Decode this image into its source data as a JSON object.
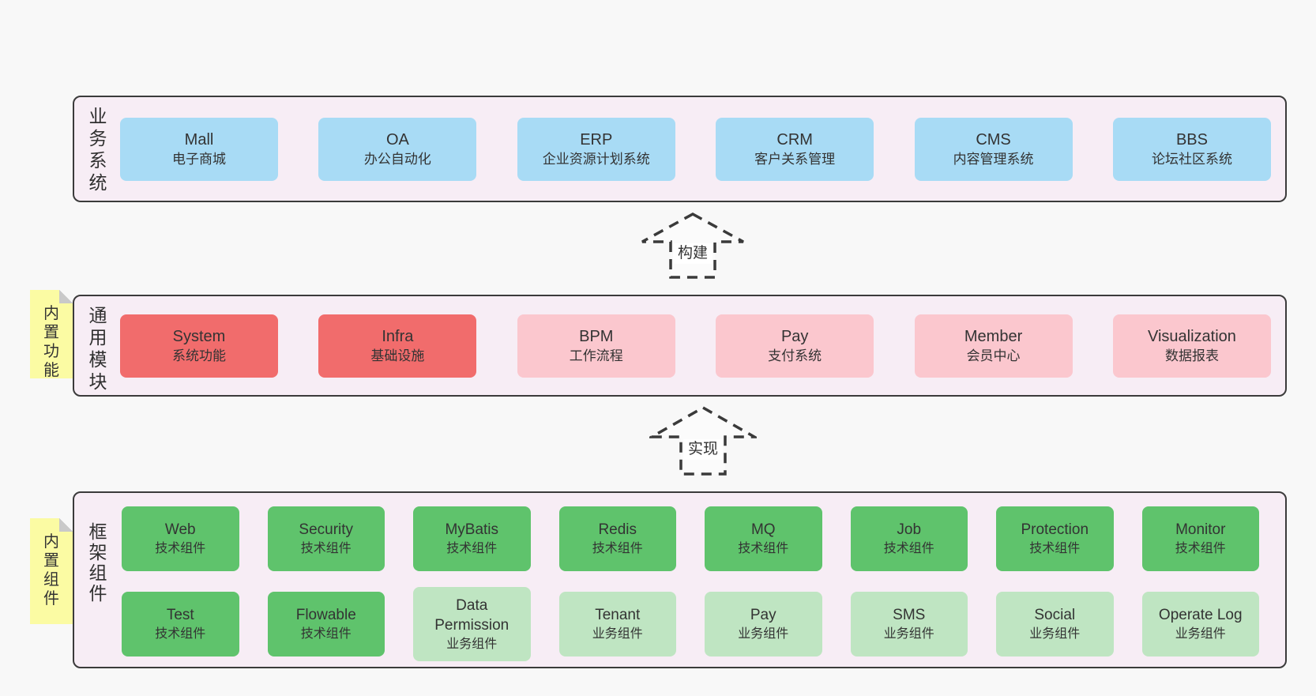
{
  "colors": {
    "page_bg": "#f8f8f8",
    "layer_bg": "#f7edf5",
    "layer_border": "#3b3b3b",
    "blue_box": "#a8dbf5",
    "red_box": "#f16c6c",
    "pink_box": "#fbc7ce",
    "green_box": "#5fc36c",
    "light_green_box": "#bfe5c2",
    "sticky_yellow": "#fbfba3",
    "sticky_fold": "#c9c9c9",
    "text": "#333333"
  },
  "layers": [
    {
      "label": "业务系统",
      "boxes": [
        {
          "name": "Mall",
          "desc": "电子商城",
          "variant": "blue"
        },
        {
          "name": "OA",
          "desc": "办公自动化",
          "variant": "blue"
        },
        {
          "name": "ERP",
          "desc": "企业资源计划系统",
          "variant": "blue"
        },
        {
          "name": "CRM",
          "desc": "客户关系管理",
          "variant": "blue"
        },
        {
          "name": "CMS",
          "desc": "内容管理系统",
          "variant": "blue"
        },
        {
          "name": "BBS",
          "desc": "论坛社区系统",
          "variant": "blue"
        }
      ]
    },
    {
      "label": "通用模块",
      "sticky": "内置功能",
      "boxes": [
        {
          "name": "System",
          "desc": "系统功能",
          "variant": "red"
        },
        {
          "name": "Infra",
          "desc": "基础设施",
          "variant": "red"
        },
        {
          "name": "BPM",
          "desc": "工作流程",
          "variant": "pink"
        },
        {
          "name": "Pay",
          "desc": "支付系统",
          "variant": "pink"
        },
        {
          "name": "Member",
          "desc": "会员中心",
          "variant": "pink"
        },
        {
          "name": "Visualization",
          "desc": "数据报表",
          "variant": "pink"
        }
      ]
    },
    {
      "label": "框架组件",
      "sticky": "内置组件",
      "rows": [
        [
          {
            "name": "Web",
            "desc": "技术组件",
            "variant": "green"
          },
          {
            "name": "Security",
            "desc": "技术组件",
            "variant": "green"
          },
          {
            "name": "MyBatis",
            "desc": "技术组件",
            "variant": "green"
          },
          {
            "name": "Redis",
            "desc": "技术组件",
            "variant": "green"
          },
          {
            "name": "MQ",
            "desc": "技术组件",
            "variant": "green"
          },
          {
            "name": "Job",
            "desc": "技术组件",
            "variant": "green"
          },
          {
            "name": "Protection",
            "desc": "技术组件",
            "variant": "green"
          },
          {
            "name": "Monitor",
            "desc": "技术组件",
            "variant": "green"
          }
        ],
        [
          {
            "name": "Test",
            "desc": "技术组件",
            "variant": "green"
          },
          {
            "name": "Flowable",
            "desc": "技术组件",
            "variant": "green"
          },
          {
            "name": "Data Permission",
            "desc": "业务组件",
            "variant": "lightgreen"
          },
          {
            "name": "Tenant",
            "desc": "业务组件",
            "variant": "lightgreen"
          },
          {
            "name": "Pay",
            "desc": "业务组件",
            "variant": "lightgreen"
          },
          {
            "name": "SMS",
            "desc": "业务组件",
            "variant": "lightgreen"
          },
          {
            "name": "Social",
            "desc": "业务组件",
            "variant": "lightgreen"
          },
          {
            "name": "Operate Log",
            "desc": "业务组件",
            "variant": "lightgreen"
          }
        ]
      ]
    }
  ],
  "arrows": [
    {
      "label": "构建"
    },
    {
      "label": "实现"
    }
  ]
}
